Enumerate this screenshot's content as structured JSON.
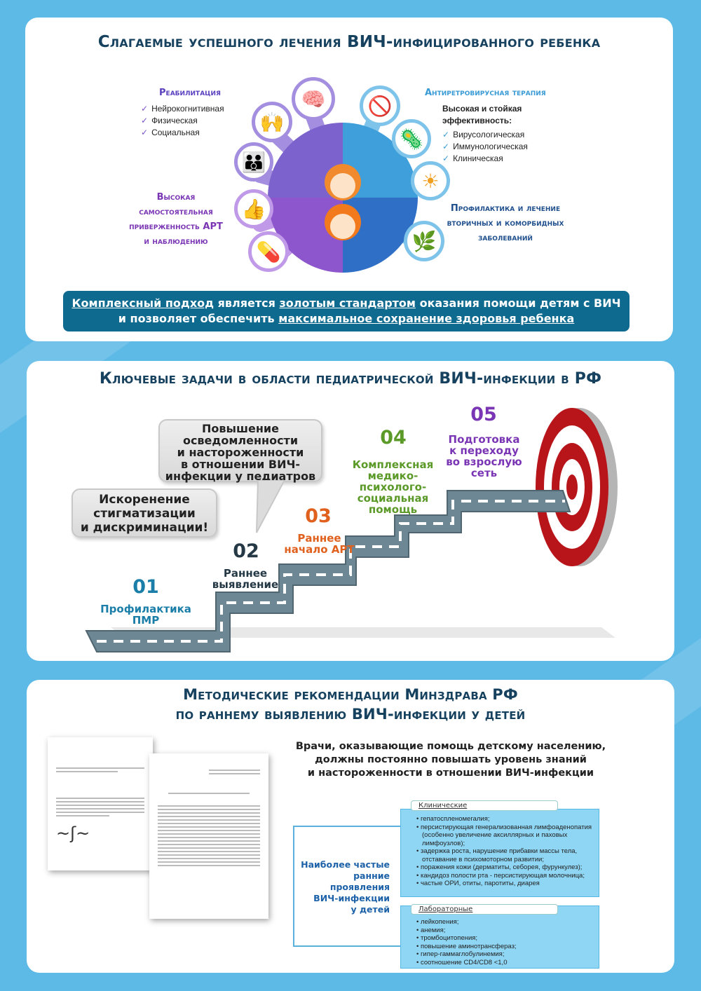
{
  "section1": {
    "title": "Слагаемые успешного лечения ВИЧ-инфицированного ребенка",
    "rehab": {
      "heading": "Реабилитация",
      "items": [
        "Нейрокогнитивная",
        "Физическая",
        "Социальная"
      ]
    },
    "adherence": {
      "lines": [
        "Высокая",
        "самостоятельная",
        "приверженность АРТ",
        "и наблюдению"
      ]
    },
    "art": {
      "heading": "Антиретровирусная терапия",
      "subheading": "Высокая и стойкая эффективность:",
      "items": [
        "Вирусологическая",
        "Иммунологическая",
        "Клиническая"
      ]
    },
    "prevention": {
      "lines": [
        "Профилактика и лечение",
        "вторичных и коморбидных",
        "заболеваний"
      ]
    },
    "banner": {
      "l1a": "Комплексный подход",
      "l1b": " является ",
      "l1c": "золотым стандартом",
      "l1d": " оказания помощи детям с ВИЧ",
      "l2a": "и позволяет обеспечить ",
      "l2b": "максимальное сохранение здоровья ребенка"
    },
    "icons": [
      "brain-icon",
      "person-icon",
      "people-circle-icon",
      "thumbs-up-icon",
      "pill-icon",
      "no-virus-icon",
      "cell-icon",
      "sun-person-icon",
      "plant-icon"
    ],
    "colors": {
      "purple": "#7a52c6",
      "blue": "#3a9bd6",
      "banner": "#0f6a8f",
      "title": "#17425f"
    }
  },
  "section2": {
    "title": "Ключевые задачи в области педиатрической ВИЧ-инфекции в РФ",
    "callouts": {
      "awareness": [
        "Повышение",
        "осведомленности",
        "и настороженности",
        "в отношении ВИЧ-",
        "инфекции у педиатров"
      ],
      "stigma": [
        "Искоренение",
        "стигматизации",
        "и дискриминации!"
      ]
    },
    "steps": [
      {
        "num": "01",
        "label": [
          "Профилактика",
          "ПМР"
        ],
        "color": "#1a7ea8"
      },
      {
        "num": "02",
        "label": [
          "Раннее",
          "выявление"
        ],
        "color": "#243845"
      },
      {
        "num": "03",
        "label": [
          "Раннее",
          "начало АРТ"
        ],
        "color": "#e0601e"
      },
      {
        "num": "04",
        "label": [
          "Комплексная",
          "медико-",
          "психолого-",
          "социальная",
          "помощь"
        ],
        "color": "#5b9a28"
      },
      {
        "num": "05",
        "label": [
          "Подготовка",
          "к переходу",
          "во взрослую",
          "сеть"
        ],
        "color": "#7a35b5"
      }
    ]
  },
  "section3": {
    "title_l1": "Методические рекомендации Минздрава РФ",
    "title_l2": "по раннему выявлению ВИЧ-инфекции у детей",
    "statement": [
      "Врачи, оказывающие помощь детскому населению,",
      "должны постоянно повышать уровень знаний",
      "и настороженности в отношении ВИЧ-инфекции"
    ],
    "signs_label": [
      "Наиболее частые",
      "ранние",
      "проявления",
      "ВИЧ-инфекции",
      "у детей"
    ],
    "clinical": {
      "header": "Клинические",
      "items": [
        "гепатоспленомегалия;",
        "персистирующая генерализованная лимфоаденопатия (особенно увеличение аксиллярных и паховых лимфоузлов);",
        "задержка роста, нарушение прибавки массы тела, отставание в психомоторном развитии;",
        "поражения кожи (дерматиты, себорея, фурункулез);",
        "кандидоз полости рта - персистирующая молочница;",
        "частые ОРИ, отиты, паротиты, диарея"
      ]
    },
    "lab": {
      "header": "Лабораторные",
      "items": [
        "лейкопения;",
        "анемия;",
        "тромбоцитопения;",
        "повышение аминотрансфераз;",
        "гипер-гаммаглобулинемия;",
        "соотношение CD4/CD8 <1,0"
      ]
    },
    "doc_images": [
      "ministry-letter",
      "recommendations-document"
    ]
  }
}
